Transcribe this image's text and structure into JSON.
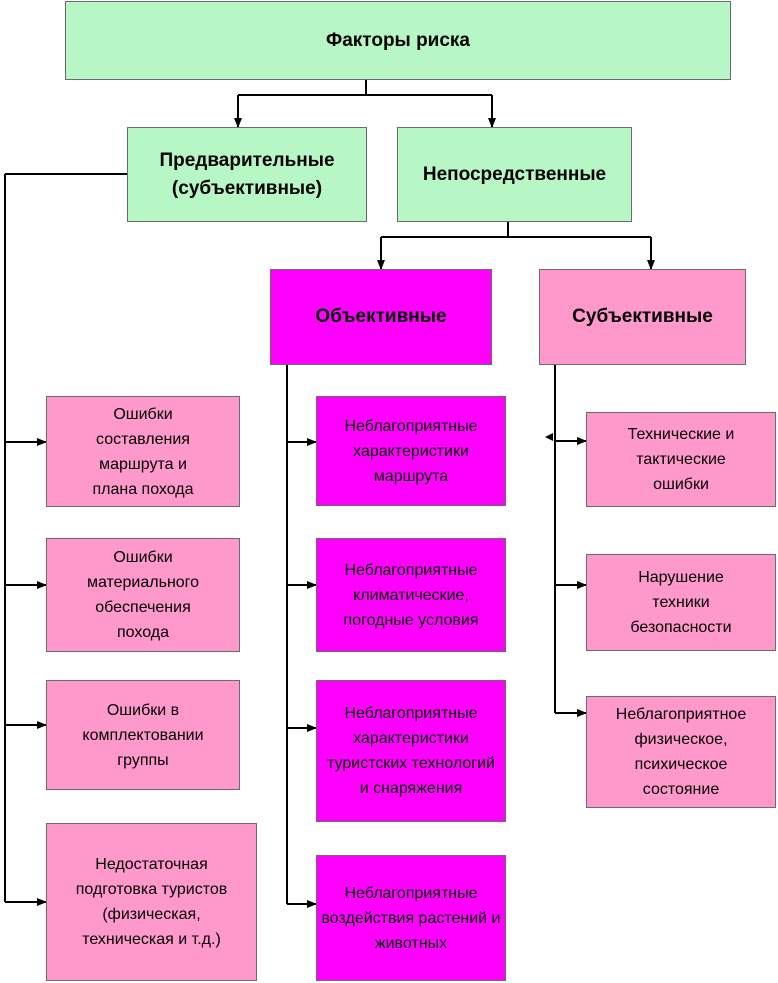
{
  "root": "Факторы риска",
  "preliminary": "Предварительные (субъективные)",
  "immediate": "Непосредственные",
  "objective": "Объективные",
  "subjective": "Субъективные",
  "preliminary_items": [
    "Ошибки составления маршрута и плана похода",
    "Ошибки материального обеспечения похода",
    "Ошибки в комплектовании группы",
    "Недостаточная подготовка туристов (физическая, техническая и т.д.)"
  ],
  "objective_items": [
    "Неблагоприятные характеристики маршрута",
    "Неблагоприятные климатические, погодные условия",
    "Неблагоприятные характеристики туристских технологий и снаряжения",
    "Неблагоприятные воздействия растений и животных"
  ],
  "subjective_items": [
    "Технические и тактические ошибки",
    "Нарушение техники безопасности",
    "Неблагоприятное физическое, психическое состояние"
  ],
  "colors": {
    "root": "#b7f7c6",
    "level1": "#b7f7c6",
    "objective": "#ff00ff",
    "subjective": "#ff99cc"
  }
}
